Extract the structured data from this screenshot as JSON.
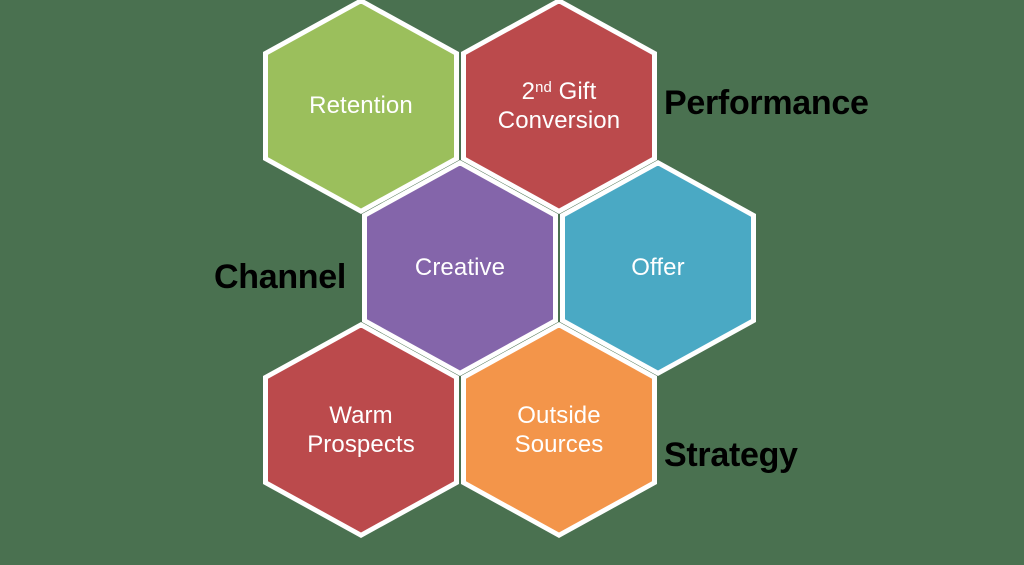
{
  "diagram": {
    "title": "Fundraising hexagon framework",
    "background_color": "#4a7150",
    "hex_border_color": "#ffffff",
    "hexagons": [
      {
        "name": "retention",
        "label": "Retention",
        "color": "#9bbf5c",
        "row": "top",
        "column": "left"
      },
      {
        "name": "second-gift-conversion",
        "label_line1_prefix": "2",
        "label_line1_sup": "nd",
        "label_line1_suffix": " Gift",
        "label_line2": "Conversion",
        "color": "#bb4a4c",
        "row": "top",
        "column": "right"
      },
      {
        "name": "creative",
        "label": "Creative",
        "color": "#8465aa",
        "row": "middle",
        "column": "left"
      },
      {
        "name": "offer",
        "label": "Offer",
        "color": "#4aa9c4",
        "row": "middle",
        "column": "right"
      },
      {
        "name": "warm-prospects",
        "label": "Warm\nProspects",
        "color": "#bb4a4c",
        "row": "bottom",
        "column": "left"
      },
      {
        "name": "outside-sources",
        "label": "Outside\nSources",
        "color": "#f3954a",
        "row": "bottom",
        "column": "right"
      }
    ],
    "category_labels": [
      {
        "name": "performance",
        "text": "Performance",
        "color": "#000000"
      },
      {
        "name": "channel",
        "text": "Channel",
        "color": "#000000"
      },
      {
        "name": "strategy",
        "text": "Strategy",
        "color": "#000000"
      }
    ]
  }
}
